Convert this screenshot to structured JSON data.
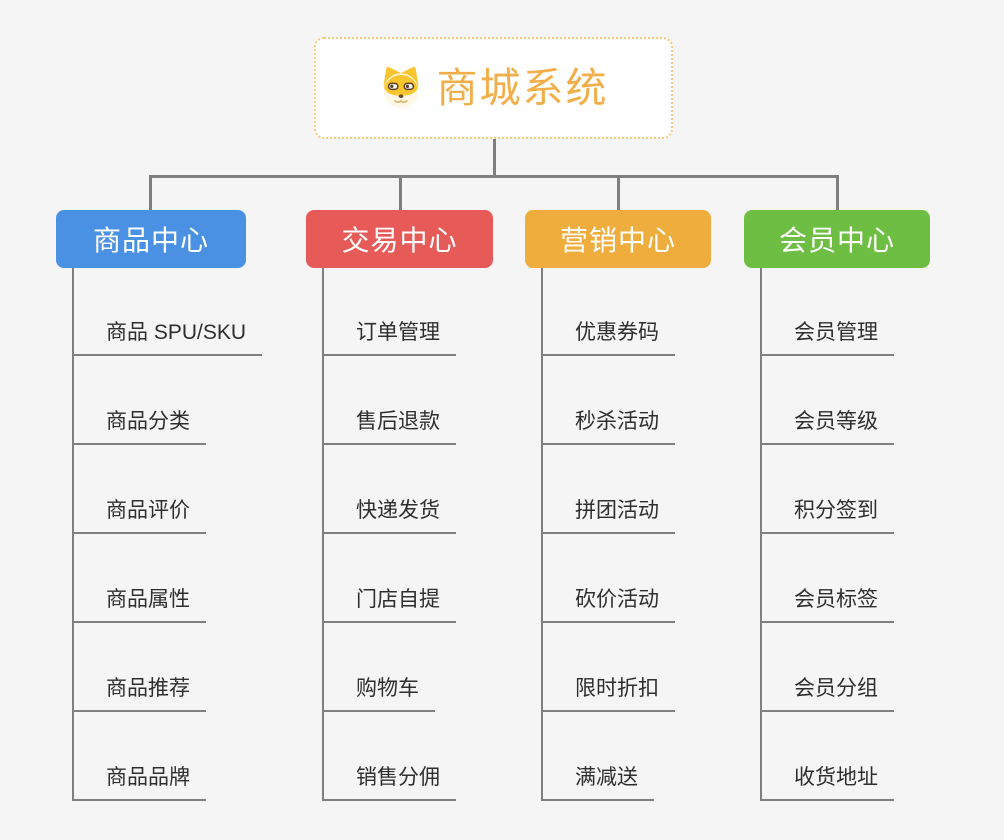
{
  "canvas": {
    "background": "#F5F5F5",
    "connector_color": "#7F7F7F"
  },
  "root": {
    "title": "商城系统",
    "title_color": "#F2AE4A",
    "border_color": "#F6C97B",
    "icon": "shiba-dog-icon"
  },
  "branches": [
    {
      "label": "商品中心",
      "color": "#4B91E3",
      "items": [
        "商品 SPU/SKU",
        "商品分类",
        "商品评价",
        "商品属性",
        "商品推荐",
        "商品品牌"
      ]
    },
    {
      "label": "交易中心",
      "color": "#E65B58",
      "items": [
        "订单管理",
        "售后退款",
        "快递发货",
        "门店自提",
        "购物车",
        "销售分佣"
      ]
    },
    {
      "label": "营销中心",
      "color": "#EFAD3E",
      "items": [
        "优惠券码",
        "秒杀活动",
        "拼团活动",
        "砍价活动",
        "限时折扣",
        "满减送"
      ]
    },
    {
      "label": "会员中心",
      "color": "#6FBE44",
      "items": [
        "会员管理",
        "会员等级",
        "积分签到",
        "会员标签",
        "会员分组",
        "收货地址"
      ]
    }
  ]
}
